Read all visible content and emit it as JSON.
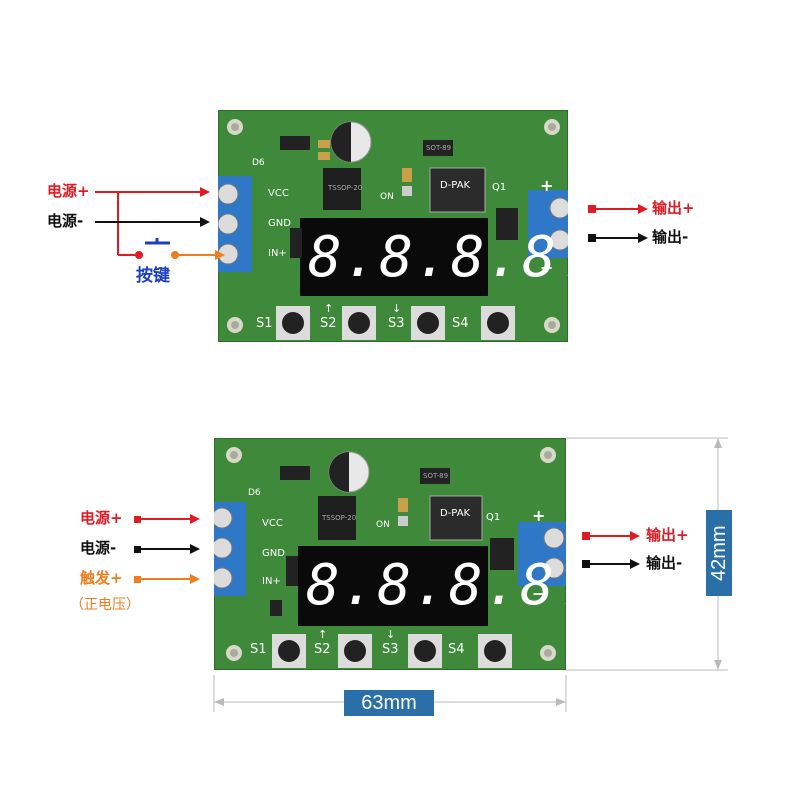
{
  "top": {
    "power_plus": "电源+",
    "power_minus": "电源-",
    "button": "按键",
    "output_plus": "输出+",
    "output_minus": "输出-"
  },
  "bottom": {
    "power_plus": "电源+",
    "power_minus": "电源-",
    "trigger_plus": "触发+",
    "trigger_note": "（正电压）",
    "output_plus": "输出+",
    "output_minus": "输出-",
    "width_dim": "63mm",
    "height_dim": "42mm"
  },
  "board": {
    "pins": [
      "VCC",
      "GND",
      "IN+"
    ],
    "switches": [
      "S1",
      "S2",
      "S3",
      "S4"
    ],
    "switch_arrows": [
      "↑",
      "↓"
    ],
    "plus_sign": "+",
    "minus_sign": "−",
    "chip_labels": {
      "tssop": "TSSOP-20",
      "dpak": "D-PAK",
      "q1": "Q1",
      "d6": "D6",
      "on": "ON",
      "sot": "SOT-89"
    },
    "display_digits": "8.8.8.8."
  },
  "colors": {
    "pcb": "#3f8a3a",
    "terminal": "#2f78c8",
    "wire_red": "#e01b24",
    "wire_black": "#111111",
    "wire_orange": "#f07c1e",
    "dimension": "#2b6fa8"
  }
}
